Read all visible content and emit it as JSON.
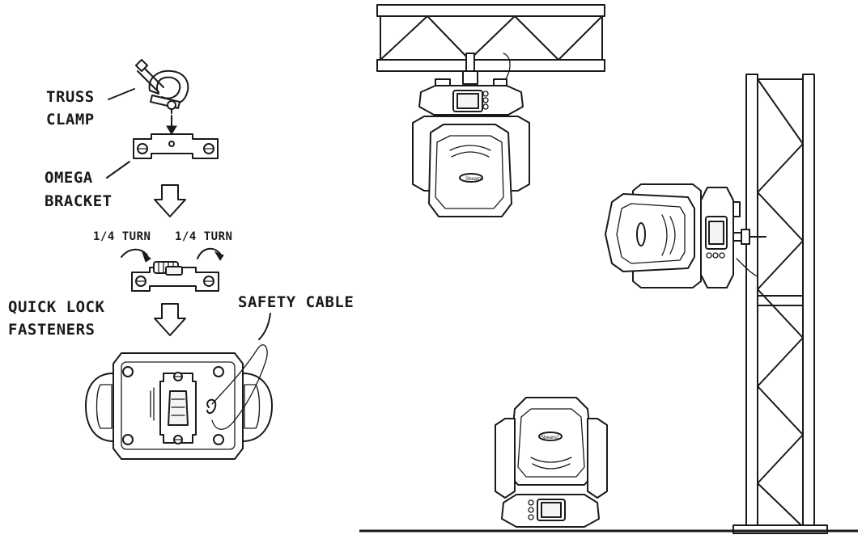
{
  "labels": {
    "truss_clamp_line1": "TRUSS",
    "truss_clamp_line2": "CLAMP",
    "omega_bracket_line1": "OMEGA",
    "omega_bracket_line2": "BRACKET",
    "turn_left": "1/4 TURN",
    "turn_right": "1/4 TURN",
    "quick_lock_line1": "QUICK LOCK",
    "quick_lock_line2": "FASTENERS",
    "safety_cable": "SAFETY CABLE"
  },
  "logo_text": "Sbeam2"
}
